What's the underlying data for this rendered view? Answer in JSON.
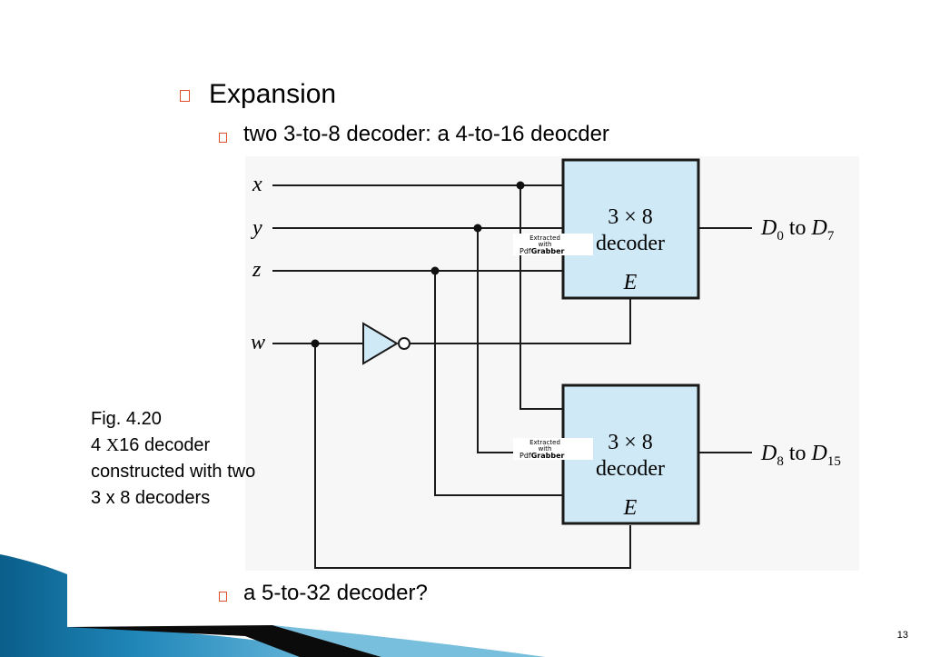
{
  "slide": {
    "heading": "Expansion",
    "bullet_1": "two 3-to-8 decoder: a 4-to-16 deocder",
    "bullet_2": "a 5-to-32 decoder?",
    "page_number": "13"
  },
  "caption": {
    "line_1": "Fig. 4.20",
    "line_2_prefix": "4 ",
    "line_2_x": "X",
    "line_2_suffix": "16 decoder",
    "line_3": "constructed with two",
    "line_4": "3 x 8 decoders"
  },
  "diagram": {
    "inputs": [
      "x",
      "y",
      "z",
      "w"
    ],
    "decoder_top": {
      "line_1": "3 × 8",
      "line_2": "decoder",
      "enable": "E",
      "output_main": "D",
      "output_from": "0",
      "output_to_word": " to ",
      "output_to": "7"
    },
    "decoder_bottom": {
      "line_1": "3 × 8",
      "line_2": "decoder",
      "enable": "E",
      "output_main": "D",
      "output_from": "8",
      "output_to_word": " to ",
      "output_to": "15"
    },
    "watermark": {
      "line_1": "Extracted",
      "line_2": "with",
      "line_3a": "Pdf",
      "line_3b": "Grabber"
    },
    "colors": {
      "decoder_fill": "#cfe9f7",
      "gate_fill": "#cfe9f7",
      "bullet": "#e0502a",
      "accent_dark": "#0a5e8a",
      "accent_light": "#3fa3cf"
    }
  }
}
